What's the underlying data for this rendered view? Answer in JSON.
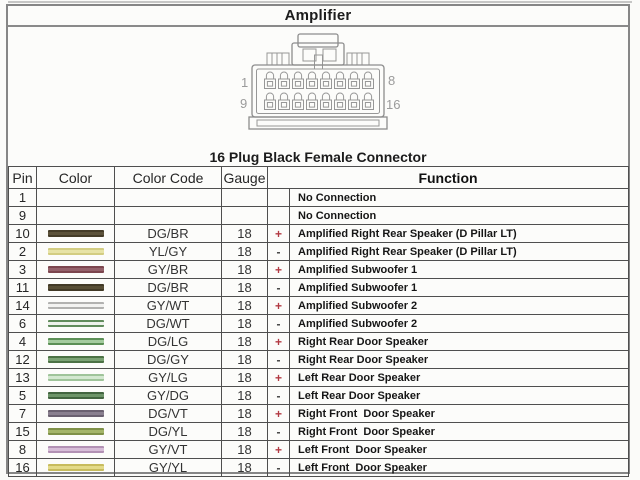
{
  "page": {
    "title": "Amplifier",
    "connector": {
      "caption": "16 Plug Black Female Connector",
      "pin_labels": {
        "top_left": "1",
        "top_right": "8",
        "bottom_left": "9",
        "bottom_right": "16"
      }
    },
    "table": {
      "headers": {
        "pin": "Pin",
        "color": "Color",
        "color_code": "Color Code",
        "gauge": "Gauge",
        "function": "Function"
      },
      "polarity_colors": {
        "plus": "#b23a43",
        "minus": "#3f3f3f"
      },
      "rows": [
        {
          "pin": "1",
          "color_code": "",
          "gauge": "",
          "polarity": "",
          "function": "No Connection",
          "swatch": null
        },
        {
          "pin": "9",
          "color_code": "",
          "gauge": "",
          "polarity": "",
          "function": "No Connection",
          "swatch": null
        },
        {
          "pin": "10",
          "color_code": "DG/BR",
          "gauge": "18",
          "polarity": "+",
          "function": "Amplified Right Rear Speaker (D Pillar LT)",
          "swatch": {
            "edge": "#453c28",
            "center": "#5c523a"
          }
        },
        {
          "pin": "2",
          "color_code": "YL/GY",
          "gauge": "18",
          "polarity": "-",
          "function": "Amplified Right Rear Speaker (D Pillar LT)",
          "swatch": {
            "edge": "#d3cd82",
            "center": "#e7e3a6"
          }
        },
        {
          "pin": "3",
          "color_code": "GY/BR",
          "gauge": "18",
          "polarity": "+",
          "function": "Amplified Subwoofer 1",
          "swatch": {
            "edge": "#7c464e",
            "center": "#95626b"
          }
        },
        {
          "pin": "11",
          "color_code": "DG/BR",
          "gauge": "18",
          "polarity": "-",
          "function": "Amplified Subwoofer 1",
          "swatch": {
            "edge": "#423a26",
            "center": "#574e35"
          }
        },
        {
          "pin": "14",
          "color_code": "GY/WT",
          "gauge": "18",
          "polarity": "+",
          "function": "Amplified Subwoofer 2",
          "swatch": {
            "edge": "#b2b2b0",
            "center": "#f3f3f1"
          }
        },
        {
          "pin": "6",
          "color_code": "DG/WT",
          "gauge": "18",
          "polarity": "-",
          "function": "Amplified Subwoofer 2",
          "swatch": {
            "edge": "#618c5c",
            "center": "#eef2ec"
          }
        },
        {
          "pin": "4",
          "color_code": "DG/LG",
          "gauge": "18",
          "polarity": "+",
          "function": "Right Rear Door Speaker",
          "swatch": {
            "edge": "#5b8f55",
            "center": "#a4cb9e"
          }
        },
        {
          "pin": "12",
          "color_code": "DG/GY",
          "gauge": "18",
          "polarity": "-",
          "function": "Right Rear Door Speaker",
          "swatch": {
            "edge": "#4c7245",
            "center": "#7ba274"
          }
        },
        {
          "pin": "13",
          "color_code": "GY/LG",
          "gauge": "18",
          "polarity": "+",
          "function": "Left Rear Door Speaker",
          "swatch": {
            "edge": "#9fc49a",
            "center": "#d3e8d0"
          }
        },
        {
          "pin": "5",
          "color_code": "GY/DG",
          "gauge": "18",
          "polarity": "-",
          "function": "Left Rear Door Speaker",
          "swatch": {
            "edge": "#436540",
            "center": "#6d9468"
          }
        },
        {
          "pin": "7",
          "color_code": "DG/VT",
          "gauge": "18",
          "polarity": "+",
          "function": "Right Front  Door Speaker",
          "swatch": {
            "edge": "#6b6170",
            "center": "#8a808f"
          }
        },
        {
          "pin": "15",
          "color_code": "DG/YL",
          "gauge": "18",
          "polarity": "-",
          "function": "Right Front  Door Speaker",
          "swatch": {
            "edge": "#7f9148",
            "center": "#a4b569"
          }
        },
        {
          "pin": "8",
          "color_code": "GY/VT",
          "gauge": "18",
          "polarity": "+",
          "function": "Left Front  Door Speaker",
          "swatch": {
            "edge": "#b291b4",
            "center": "#d7bdd8"
          }
        },
        {
          "pin": "16",
          "color_code": "GY/YL",
          "gauge": "18",
          "polarity": "-",
          "function": "Left Front  Door Speaker",
          "swatch": {
            "edge": "#c8bc5e",
            "center": "#e4db8a"
          }
        }
      ]
    }
  }
}
